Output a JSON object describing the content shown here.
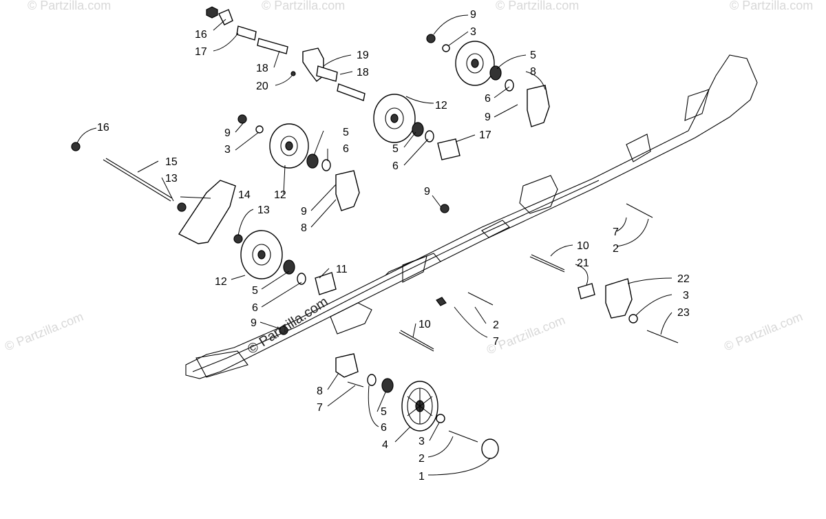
{
  "watermarks": {
    "corner": "© Partzilla.com",
    "main": "© Partzilla.com"
  },
  "callouts": [
    "16",
    "17",
    "18",
    "20",
    "19",
    "18",
    "9",
    "3",
    "5",
    "8",
    "6",
    "9",
    "12",
    "17",
    "5",
    "6",
    "16",
    "15",
    "13",
    "14",
    "13",
    "9",
    "3",
    "12",
    "5",
    "6",
    "9",
    "8",
    "12",
    "5",
    "6",
    "11",
    "9",
    "10",
    "21",
    "22",
    "3",
    "23",
    "7",
    "2",
    "2",
    "7",
    "10",
    "9",
    "8",
    "7",
    "5",
    "6",
    "4",
    "3",
    "2",
    "1"
  ],
  "colors": {
    "ink": "#000000",
    "watermark": "#d8d8d8"
  }
}
